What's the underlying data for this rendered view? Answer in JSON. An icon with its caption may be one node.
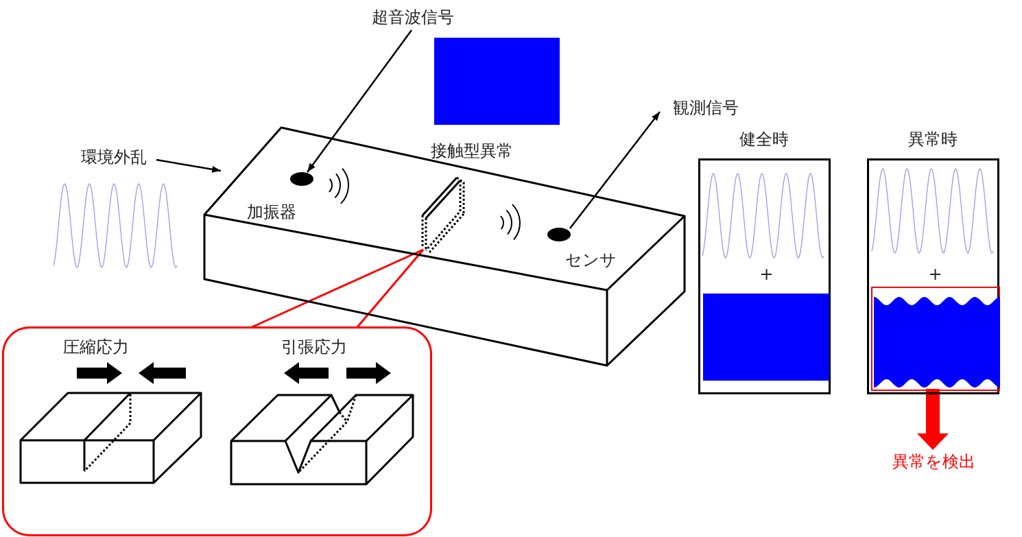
{
  "diagram": {
    "nodes": [
      {
        "text": [
          "超音波信号"
        ]
      },
      {
        "text": [],
        "shape": "circle",
        "beside": [
          "加振器"
        ],
        "in": 3
      },
      {
        "text": [
          "環境外乱"
        ]
      },
      {
        "text": [],
        "shape": "box"
      },
      {
        "text": [],
        "shape": "circle",
        "beside": [
          "センサ"
        ],
        "in": 3
      },
      {
        "text": [
          "観測信号"
        ]
      },
      {
        "text": [],
        "shape": "box",
        "beside": [
          "接触型異常"
        ],
        "in": 3
      },
      {
        "text": [],
        "shape": "box"
      },
      {
        "text": [
          "圧縮応力"
        ],
        "in": 7
      },
      {
        "text": [
          "引張応力"
        ],
        "in": 7
      },
      {
        "text": [
          "健全時",
          "+"
        ]
      },
      {
        "text": [
          "異常時",
          "+"
        ]
      },
      {
        "text": [],
        "shape": "box",
        "in": 11
      },
      {
        "text": [
          "異常を検出"
        ]
      },
      {
        "text": [],
        "shape": "box"
      },
      {
        "text": [],
        "shape": "box",
        "in": 10
      }
    ],
    "edges": [
      {
        "from": 0,
        "to": 1,
        "arrow": "to"
      },
      {
        "from": 2,
        "to": 3,
        "arrow": "to"
      },
      {
        "from": 4,
        "to": 5,
        "arrow": "to"
      },
      {
        "from": 7,
        "to": 6,
        "arrow": "none",
        "color": "#ff0000"
      },
      {
        "from": 12,
        "to": 13,
        "arrow": "to",
        "style": "thick",
        "color": "#ff0000"
      },
      {
        "from": 7,
        "to": 6,
        "arrow": "none",
        "color": "#ff0000"
      }
    ]
  }
}
